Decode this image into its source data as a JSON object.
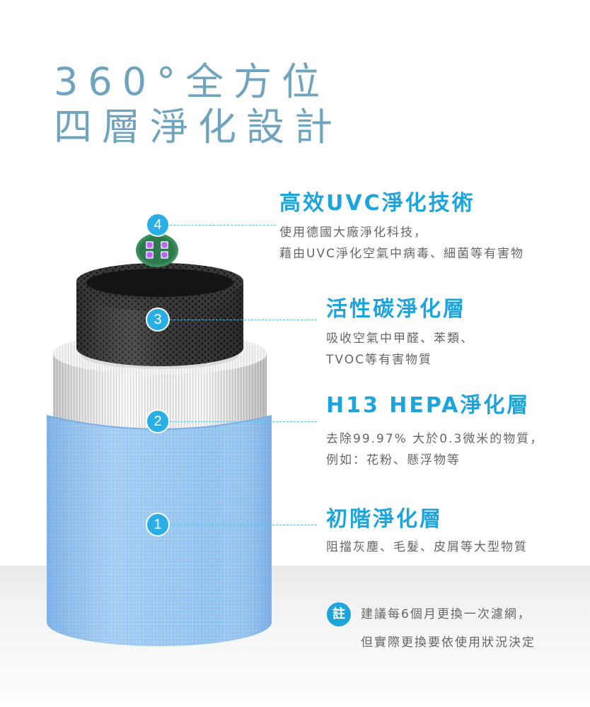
{
  "heading": {
    "line1": "360°全方位",
    "line2": "四層淨化設計"
  },
  "layers": [
    {
      "number": "4",
      "title": "高效UVC淨化技術",
      "desc_lines": [
        "使用德國大廠淨化科技，",
        "藉由UVC淨化空氣中病毒、細菌等有害物"
      ]
    },
    {
      "number": "3",
      "title": "活性碳淨化層",
      "desc_lines": [
        "吸收空氣中甲醛、苯類、",
        "TVOC等有害物質"
      ]
    },
    {
      "number": "2",
      "title": "H13 HEPA淨化層",
      "desc_lines": [
        "去除99.97% 大於0.3微米的物質，",
        "例如：花粉、懸浮物等"
      ]
    },
    {
      "number": "1",
      "title": "初階淨化層",
      "desc_lines": [
        "阻擋灰塵、毛髮、皮屑等大型物質"
      ]
    }
  ],
  "note": {
    "badge": "註",
    "lines": [
      "建議每6個月更換一次濾網，",
      "但實際更換要依使用狀況決定"
    ]
  },
  "colors": {
    "heading": "#6fa3be",
    "accent": "#1da4db",
    "badge": "#2aaee6",
    "body_text": "#666666",
    "blue_filter": "#8ec0ee",
    "carbon_filter": "#2b2b2b",
    "hepa_filter": "#f4f4f4"
  },
  "icons": {
    "uvc_module": "uvc-led-board-icon"
  }
}
